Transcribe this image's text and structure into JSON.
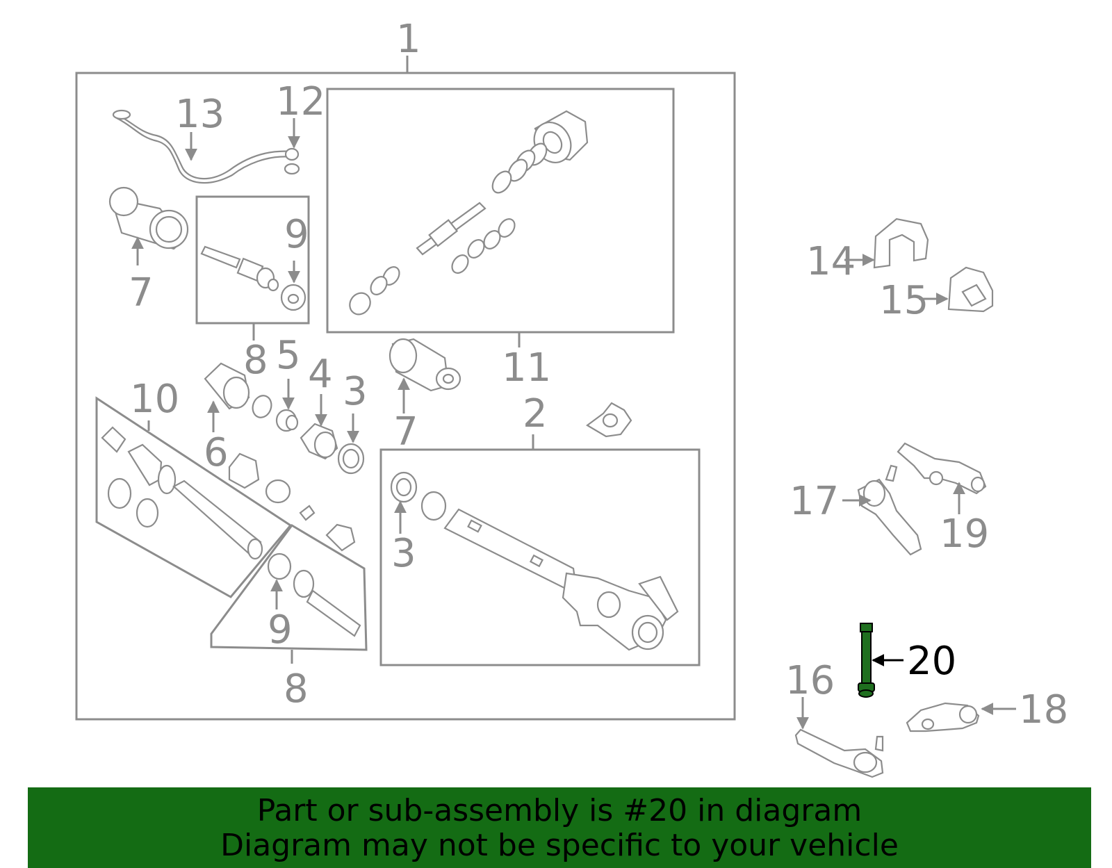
{
  "colors": {
    "line": "#8c8c8c",
    "highlight_part": "#1f6f1f",
    "banner_bg": "#146c14",
    "panel_bg": "#f7f7f7"
  },
  "labels": {
    "c1": "1",
    "c2": "2",
    "c3a": "3",
    "c3b": "3",
    "c4": "4",
    "c5": "5",
    "c6": "6",
    "c7a": "7",
    "c7b": "7",
    "c8a": "8",
    "c8b": "8",
    "c9a": "9",
    "c9b": "9",
    "c10": "10",
    "c11": "11",
    "c12": "12",
    "c13": "13",
    "c14": "14",
    "c15": "15",
    "c16": "16",
    "c17": "17",
    "c18": "18",
    "c19": "19",
    "c20": "20"
  },
  "banner": {
    "line1": "Part or sub-assembly is #20 in diagram",
    "line2": "Diagram may not be specific to your vehicle"
  }
}
